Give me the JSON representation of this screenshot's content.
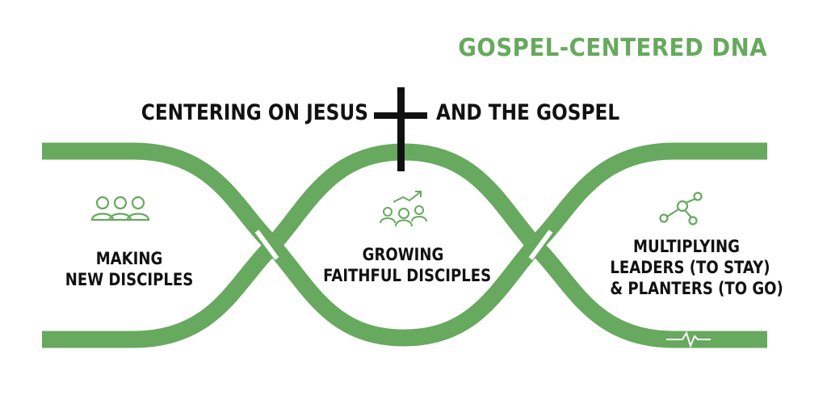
{
  "title": "GOSPEL-CENTERED DNA",
  "header_left": "CENTERING ON JESUS",
  "header_right": "AND THE GOSPEL",
  "colors": {
    "green": "#67a95e",
    "black": "#111111"
  },
  "stages": [
    {
      "icon": "group-of-people-icon",
      "lines": [
        "MAKING",
        "NEW DISCIPLES"
      ]
    },
    {
      "icon": "people-growth-chart-icon",
      "lines": [
        "GROWING",
        "FAITHFUL DISCIPLES"
      ]
    },
    {
      "icon": "network-nodes-icon",
      "lines": [
        "MULTIPLYING",
        "LEADERS (TO STAY)",
        "& PLANTERS (TO GO)"
      ]
    }
  ],
  "decorations": {
    "cross": "cross-icon",
    "heartbeat": "heartbeat-icon"
  }
}
